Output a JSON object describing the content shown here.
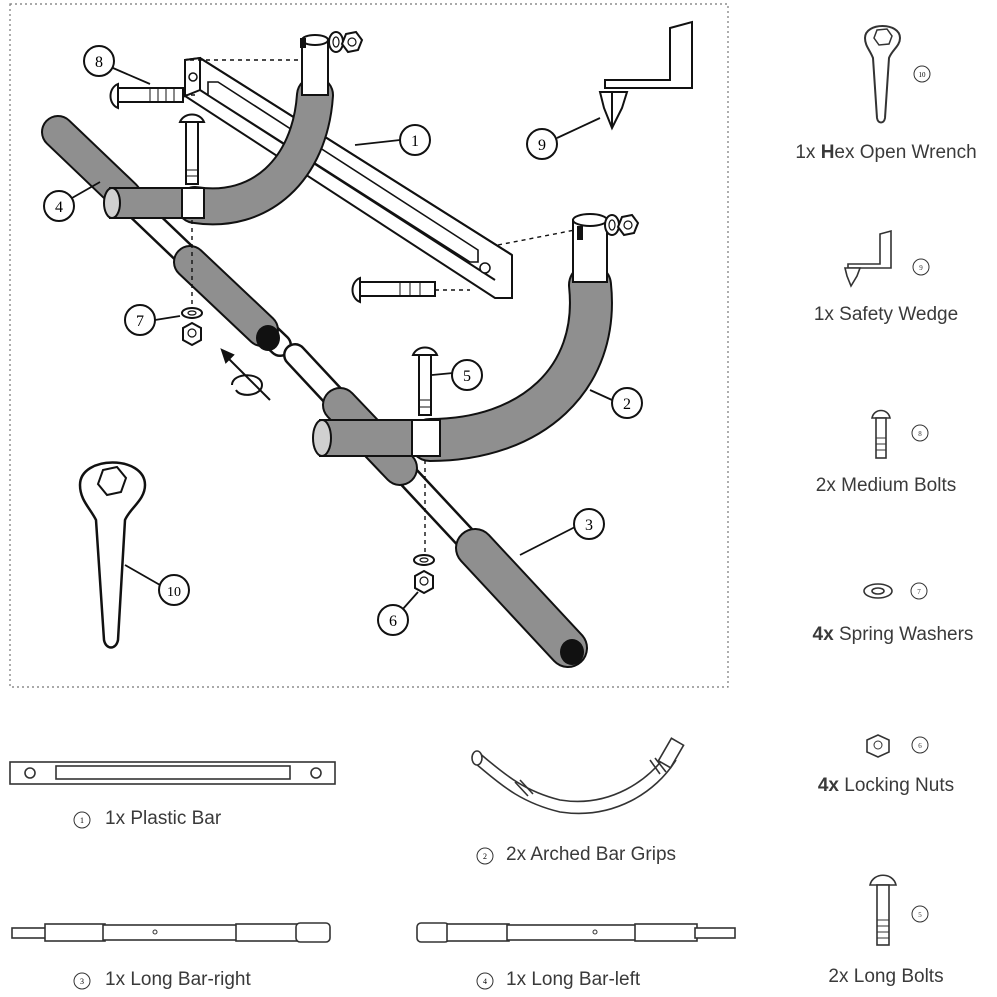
{
  "colors": {
    "line": "#111111",
    "grip": "#8f8f8f",
    "grip_light": "#d0d0d0",
    "text": "#3a3a3a"
  },
  "callouts": {
    "c1": "1",
    "c2": "2",
    "c3": "3",
    "c4": "4",
    "c5": "5",
    "c6": "6",
    "c7": "7",
    "c8": "8",
    "c9": "9",
    "c10": "10"
  },
  "parts": {
    "p10": {
      "num": "10",
      "qty": "1x",
      "name_bold": "H",
      "name": "ex Open Wrench"
    },
    "p9": {
      "num": "9",
      "qty": "1x",
      "name": "Safety Wedge"
    },
    "p8": {
      "num": "8",
      "qty": "2x",
      "name": "Medium Bolts"
    },
    "p7": {
      "num": "7",
      "qty": "4x",
      "name": "Spring Washers"
    },
    "p6": {
      "num": "6",
      "qty": "4x",
      "name": "Locking Nuts"
    },
    "p5": {
      "num": "5",
      "qty": "2x",
      "name": "Long Bolts"
    },
    "p1": {
      "num": "1",
      "qty": "1x",
      "name": "Plastic Bar"
    },
    "p2": {
      "num": "2",
      "qty": "2x",
      "name": "Arched Bar Grips"
    },
    "p3": {
      "num": "3",
      "qty": "1x",
      "name": "Long Bar-right"
    },
    "p4": {
      "num": "4",
      "qty": "1x",
      "name": "Long Bar-left"
    }
  }
}
